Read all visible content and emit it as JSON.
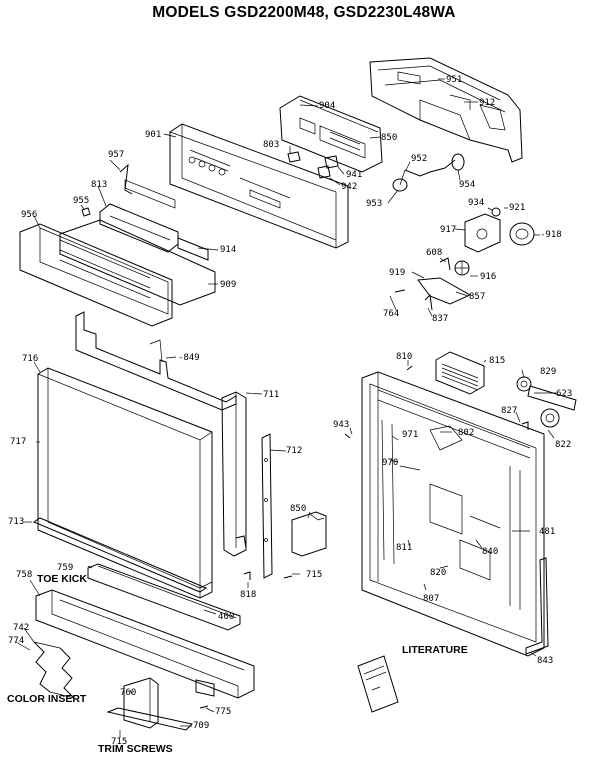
{
  "title": "MODELS GSD2200M48, GSD2230L48WA",
  "section_labels": {
    "toe_kick": "TOE KICK",
    "color_insert": "COLOR INSERT",
    "trim_screws": "TRIM SCREWS",
    "literature": "LITERATURE"
  },
  "parts": {
    "p951": "951",
    "p912": "912",
    "p904": "904",
    "p901": "901",
    "p850a": "850",
    "p803": "803",
    "p941": "941",
    "p942": "942",
    "p952": "952",
    "p954": "954",
    "p957": "957",
    "p953": "953",
    "p813": "813",
    "p955": "955",
    "p934": "934",
    "p921": "921",
    "p917": "917",
    "p918": "-918",
    "p956": "956",
    "p914": "914",
    "p608": "608",
    "p919": "919",
    "p916": "916",
    "p909": "909",
    "p857": "857",
    "p764": "764",
    "p837": "837",
    "p849": "-849",
    "p716": "716",
    "p810": "810",
    "p815": "815",
    "p829": "829",
    "p711": "711",
    "p623": "623",
    "p827": "827",
    "p943": "943",
    "p971": "971",
    "p802": "802",
    "p822": "822",
    "p717": "717",
    "p712": "712",
    "p970": "970",
    "p850b": "850",
    "p481": "481",
    "p713": "713",
    "p811": "811",
    "p840": "840",
    "p759": "759",
    "p820": "820",
    "p758": "758",
    "p715a": "715",
    "p818": "818",
    "p807": "807",
    "p400": "400",
    "p742": "742",
    "p774": "774",
    "p843": "843",
    "p760": "760",
    "p775": "775",
    "p709": "709",
    "p715b": "715"
  }
}
